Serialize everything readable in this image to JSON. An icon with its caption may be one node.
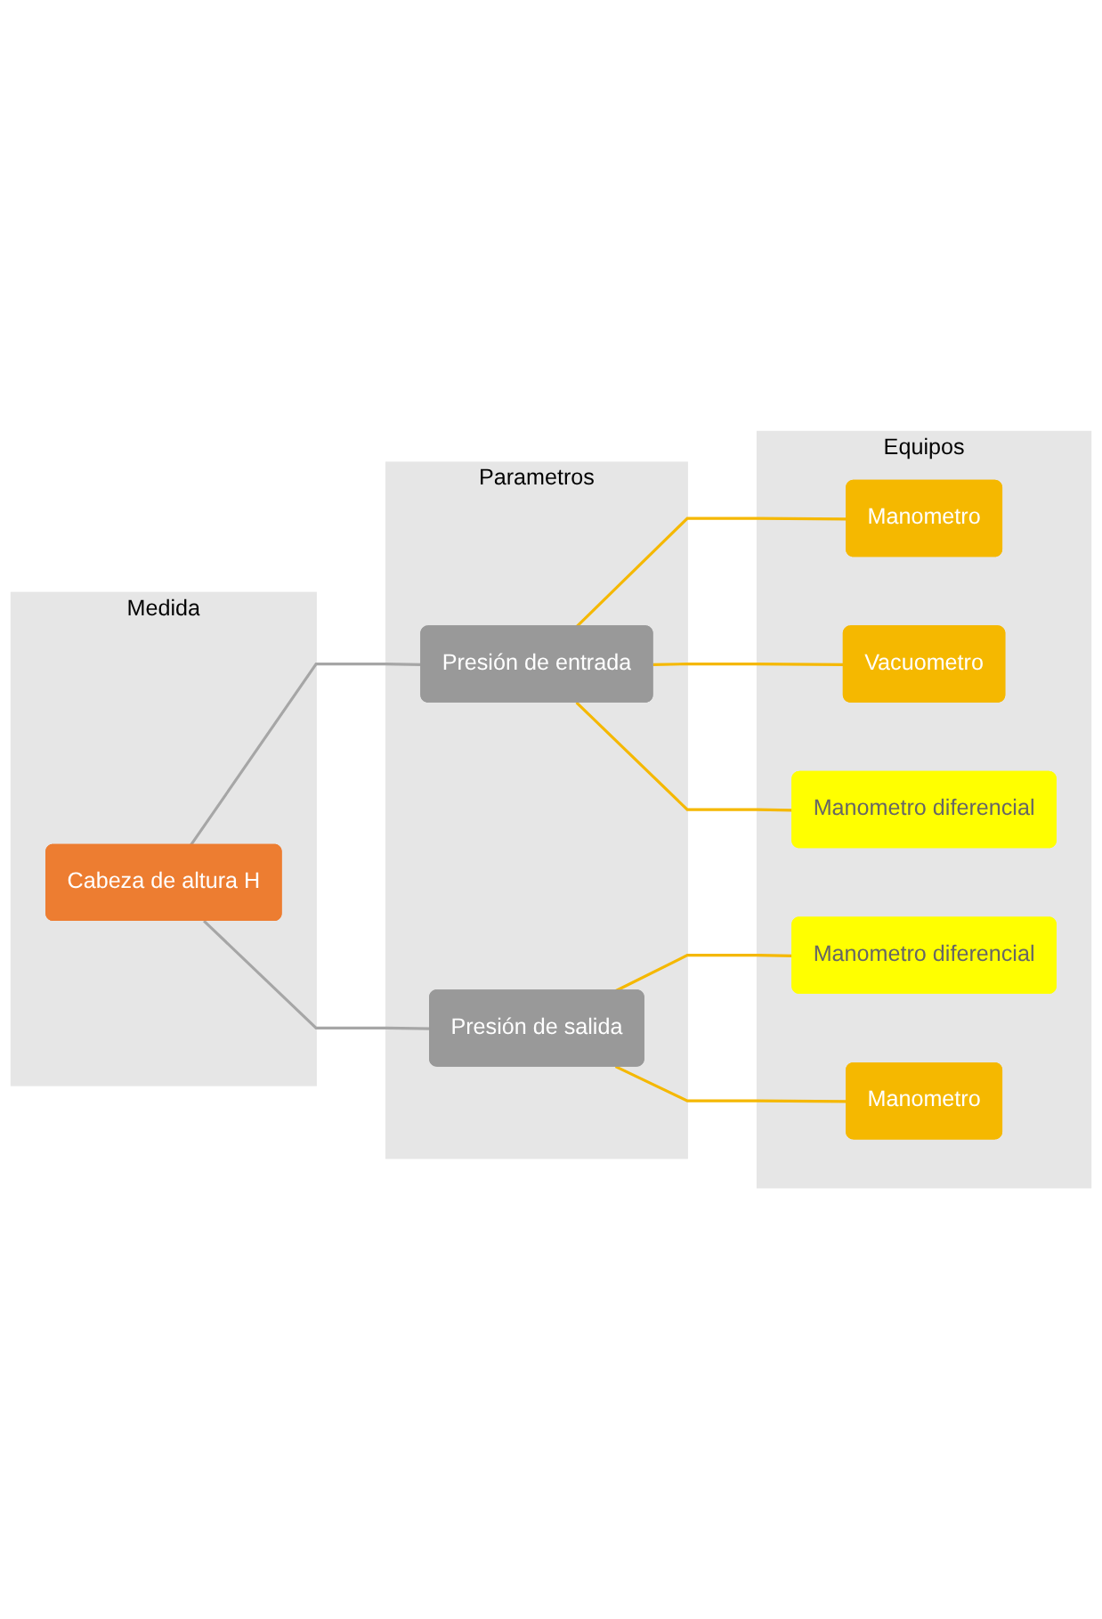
{
  "diagram": {
    "nodes": [
      {
        "text": [
          "Medida"
        ]
      },
      {
        "text": [
          "Cabeza de altura H"
        ],
        "in": 0
      },
      {
        "text": [
          "Parametros"
        ]
      },
      {
        "text": [
          "Presión de entrada"
        ],
        "in": 2
      },
      {
        "text": [
          "Presión de salida"
        ],
        "in": 2
      },
      {
        "text": [
          "Equipos"
        ]
      },
      {
        "text": [
          "Manometro"
        ],
        "in": 5
      },
      {
        "text": [
          "Vacuometro"
        ],
        "in": 5
      },
      {
        "text": [
          "Manometro diferencial"
        ],
        "in": 5
      },
      {
        "text": [
          "Manometro diferencial"
        ],
        "in": 5
      },
      {
        "text": [
          "Manometro"
        ],
        "in": 5
      }
    ],
    "edges": [
      {
        "from": 1,
        "to": 3,
        "arrow": "none",
        "color": "#a6a6a6"
      },
      {
        "from": 1,
        "to": 4,
        "arrow": "none",
        "color": "#a6a6a6"
      },
      {
        "from": 3,
        "to": 6,
        "arrow": "none"
      },
      {
        "from": 3,
        "to": 7,
        "arrow": "none"
      },
      {
        "from": 3,
        "to": 8,
        "arrow": "none"
      },
      {
        "from": 4,
        "to": 9,
        "arrow": "none"
      },
      {
        "from": 4,
        "to": 10,
        "arrow": "none"
      }
    ]
  }
}
